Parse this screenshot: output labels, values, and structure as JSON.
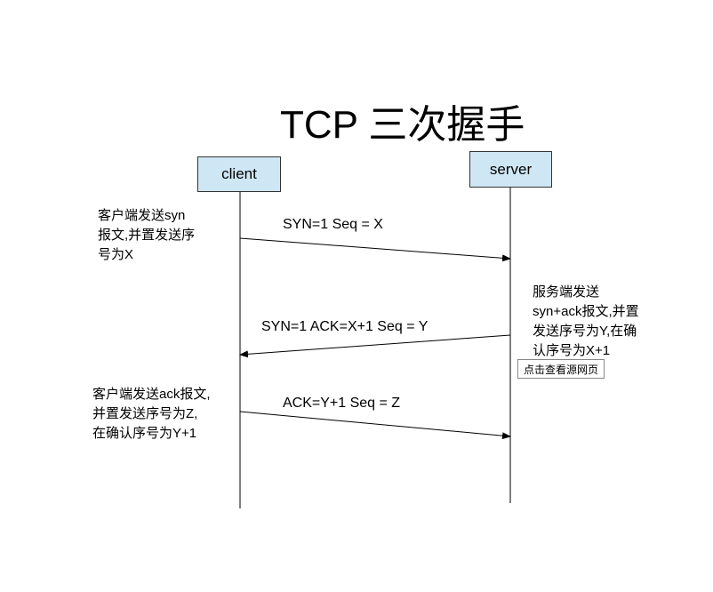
{
  "title": "TCP 三次握手",
  "actors": {
    "client": "client",
    "server": "server"
  },
  "messages": [
    {
      "label": "SYN=1  Seq = X",
      "from": "client",
      "to": "server"
    },
    {
      "label": "SYN=1  ACK=X+1 Seq = Y",
      "from": "server",
      "to": "client"
    },
    {
      "label": "ACK=Y+1 Seq = Z",
      "from": "client",
      "to": "server"
    }
  ],
  "notes": {
    "client_syn": [
      "客户端发送syn",
      "报文,并置发送序",
      "号为X"
    ],
    "server_synack": [
      "服务端发送",
      "syn+ack报文,并置",
      "发送序号为Y,在确",
      "认序号为X+1"
    ],
    "client_ack": [
      "客户端发送ack报文,",
      "并置发送序号为Z,",
      "在确认序号为Y+1"
    ]
  },
  "view_source_button": "点击查看源网页",
  "colors": {
    "actor_box": "#cfe7f5"
  }
}
